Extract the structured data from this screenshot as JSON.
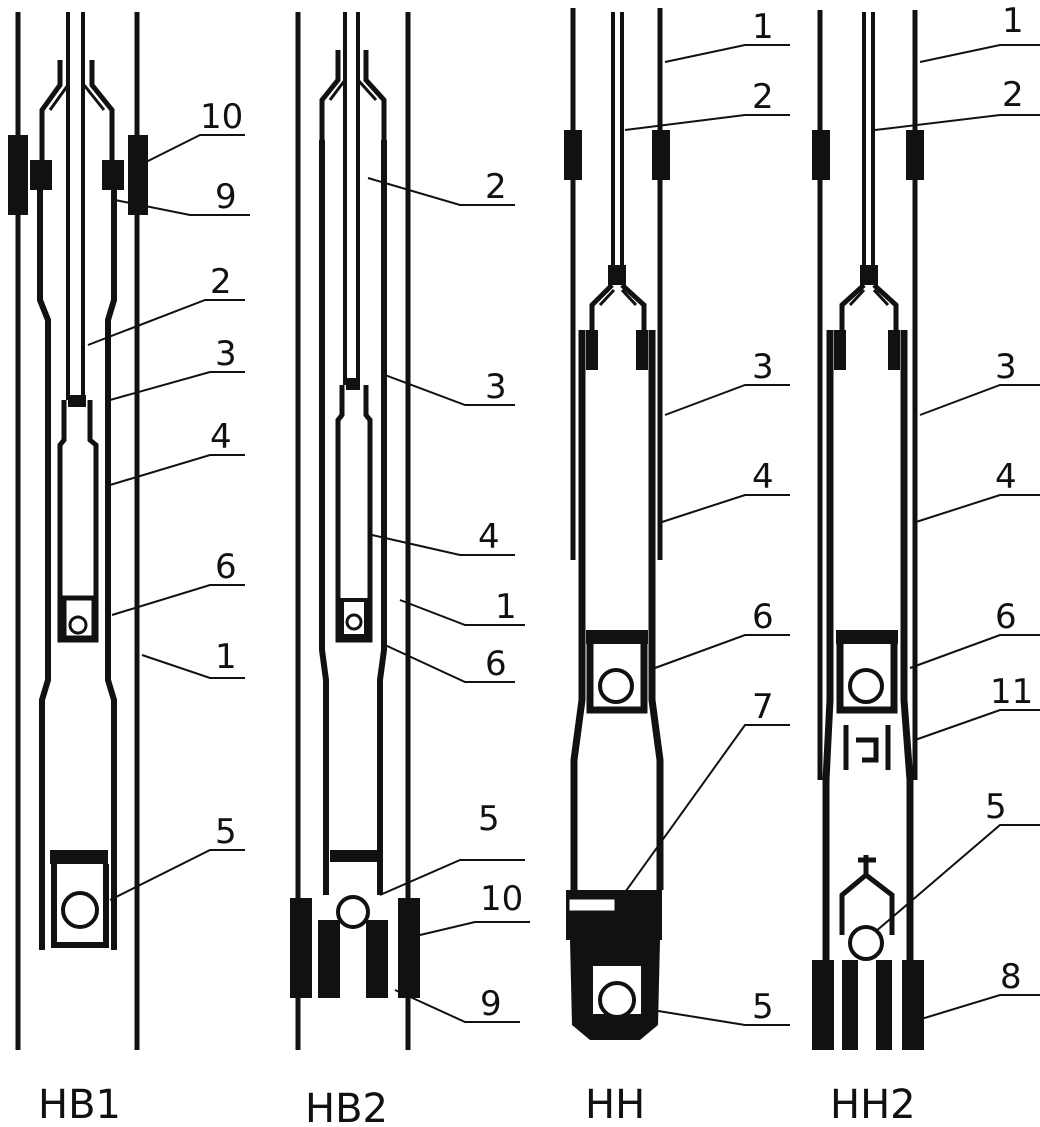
{
  "captions": [
    "HB1",
    "HB2",
    "HH",
    "HH2"
  ],
  "diagrams": [
    {
      "caption": "HB1",
      "callouts": [
        "10",
        "9",
        "2",
        "3",
        "4",
        "6",
        "1",
        "5"
      ]
    },
    {
      "caption": "HB2",
      "callouts": [
        "2",
        "3",
        "4",
        "1",
        "6",
        "5",
        "10",
        "9"
      ]
    },
    {
      "caption": "HH",
      "callouts": [
        "1",
        "2",
        "3",
        "4",
        "6",
        "7",
        "5"
      ]
    },
    {
      "caption": "HH2",
      "callouts": [
        "1",
        "2",
        "3",
        "4",
        "6",
        "11",
        "5",
        "8"
      ]
    }
  ],
  "colors": {
    "ink": "#111111",
    "background": "#ffffff"
  }
}
